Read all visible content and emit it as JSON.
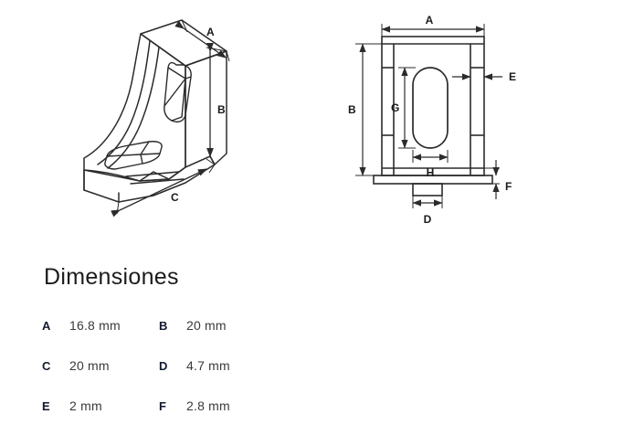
{
  "page": {
    "background": "#ffffff",
    "line_color": "#2b2b2b"
  },
  "isometric_view": {
    "name": "corner-bracket-isometric",
    "labels": {
      "a": "A",
      "b": "B",
      "c": "C"
    }
  },
  "front_view": {
    "name": "corner-bracket-front",
    "labels": {
      "a": "A",
      "b": "B",
      "d": "D",
      "e": "E",
      "f": "F",
      "g": "G",
      "h": "H"
    }
  },
  "dimensions": {
    "title": "Dimensiones",
    "rows": [
      [
        {
          "key": "A",
          "value": "16.8 mm"
        },
        {
          "key": "B",
          "value": "20 mm"
        }
      ],
      [
        {
          "key": "C",
          "value": "20 mm"
        },
        {
          "key": "D",
          "value": "4.7 mm"
        }
      ],
      [
        {
          "key": "E",
          "value": "2 mm"
        },
        {
          "key": "F",
          "value": "2.8 mm"
        }
      ]
    ]
  }
}
